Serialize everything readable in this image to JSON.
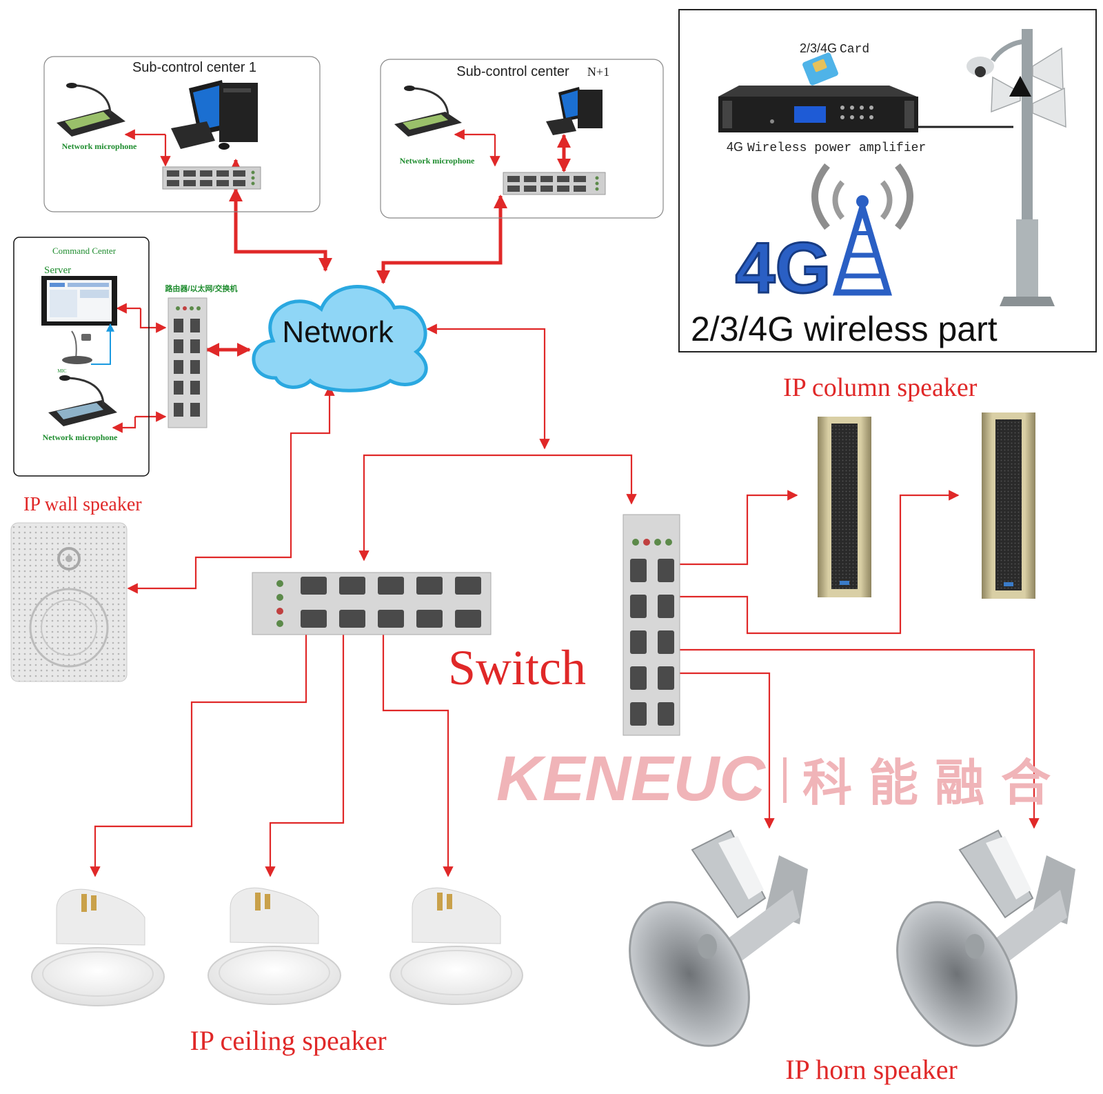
{
  "colors": {
    "wire": "#e02828",
    "red_label": "#e02828",
    "green_label": "#1e8c2e",
    "cloud": "#8fd6f6",
    "cloud_edge": "#2aa8e0",
    "switch_body": "#d7d7d7",
    "port": "#4a4a4a",
    "logo": "#f0b4b8"
  },
  "sub_center_1": {
    "title": "Sub-control center  1",
    "mic_label": "Network microphone"
  },
  "sub_center_n": {
    "title": "Sub-control center",
    "title_suffix": "N+1",
    "mic_label": "Network microphone"
  },
  "command_center": {
    "title": "Command Center",
    "server_label": "Server",
    "mic_small_label": "MIC",
    "mic_label": "Network microphone",
    "router_label": "路由器/以太网/交换机"
  },
  "network": {
    "label": "Network"
  },
  "wireless": {
    "card_label": "2/3/4G",
    "card_suffix": "Card",
    "amp_label": "4G",
    "amp_suffix": "Wireless power amplifier",
    "badge": "4G",
    "title": "2/3/4G wireless part"
  },
  "speakers": {
    "wall": "IP wall speaker",
    "column": "IP column speaker",
    "ceiling": "IP ceiling  speaker",
    "horn": "IP horn speaker"
  },
  "switch": {
    "label": "Switch"
  },
  "brand": {
    "latin": "KENEUC",
    "chinese": "科能融合"
  },
  "icons": [
    "microphone-console-icon",
    "desktop-computer-icon",
    "server-rack-icon",
    "cloud-icon",
    "cell-tower-icon",
    "sim-card-icon",
    "wall-speaker-icon",
    "column-speaker-icon",
    "ceiling-speaker-icon",
    "horn-speaker-icon",
    "street-pole-icon"
  ]
}
